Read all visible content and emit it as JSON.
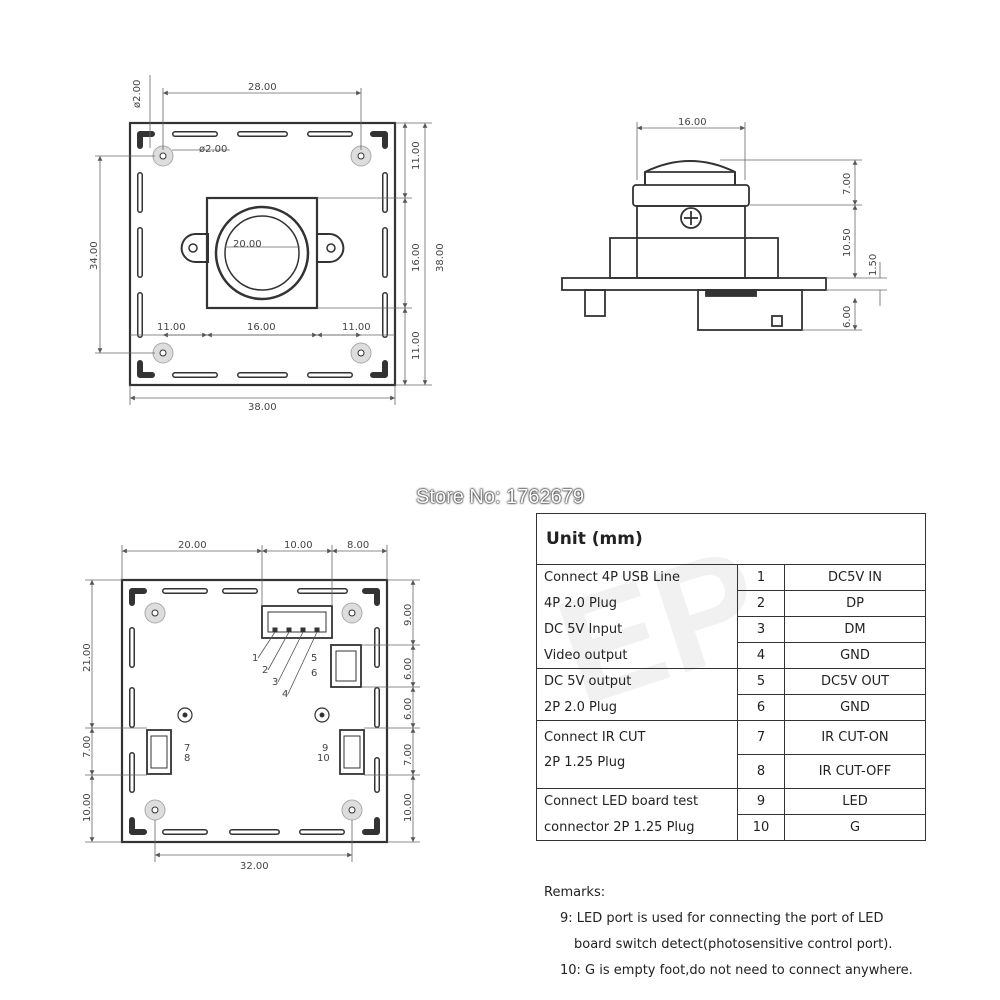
{
  "store_label": "Store No: 1762679",
  "watermark": "EP",
  "dims_top": {
    "hole_dia_left": "ø2.00",
    "hole_dia_inner": "ø2.00",
    "width_28": "28.00",
    "height_34": "34.00",
    "lens_20": "20.00",
    "left_11": "11.00",
    "mid_16": "16.00",
    "right_11": "11.00",
    "v_11_top": "11.00",
    "v_16": "16.00",
    "v_11_bottom": "11.00",
    "v_38": "38.00",
    "bottom_38": "38.00"
  },
  "dims_side": {
    "width_16": "16.00",
    "v_7": "7.00",
    "v_10_50": "10.50",
    "v_1_50": "1.50",
    "v_6": "6.00"
  },
  "dims_back": {
    "top_20": "20.00",
    "top_10": "10.00",
    "top_8": "8.00",
    "left_21": "21.00",
    "left_7": "7.00",
    "left_10": "10.00",
    "right_9": "9.00",
    "right_6a": "6.00",
    "right_6b": "6.00",
    "right_7": "7.00",
    "right_10": "10.00",
    "bottom_32": "32.00",
    "pins": [
      "1",
      "2",
      "3",
      "4",
      "5",
      "6",
      "7",
      "8",
      "9",
      "10"
    ]
  },
  "table": {
    "header": "Unit (mm)",
    "rows": [
      {
        "desc": "Connect 4P USB Line",
        "pin": "1",
        "signal": "DC5V IN"
      },
      {
        "desc": "4P 2.0 Plug",
        "pin": "2",
        "signal": "DP"
      },
      {
        "desc": "DC 5V Input",
        "pin": "3",
        "signal": "DM"
      },
      {
        "desc": "Video output",
        "pin": "4",
        "signal": "GND"
      },
      {
        "desc": "DC 5V output",
        "pin": "5",
        "signal": "DC5V OUT"
      },
      {
        "desc": "2P 2.0 Plug",
        "pin": "6",
        "signal": "GND"
      },
      {
        "desc": "Connect IR CUT",
        "pin": "7",
        "signal": "IR CUT-ON"
      },
      {
        "desc": "2P 1.25 Plug",
        "pin": "8",
        "signal": "IR CUT-OFF"
      },
      {
        "desc": "Connect  LED  board  test",
        "pin": "9",
        "signal": "LED"
      },
      {
        "desc": "connector 2P 1.25 Plug",
        "pin": "10",
        "signal": "G"
      }
    ]
  },
  "remarks": {
    "title": "Remarks:",
    "line1": "9: LED port is used for connecting the port of LED",
    "line2": "board switch detect(photosensitive control port).",
    "line3": "10: G is empty foot,do not need to connect anywhere."
  }
}
